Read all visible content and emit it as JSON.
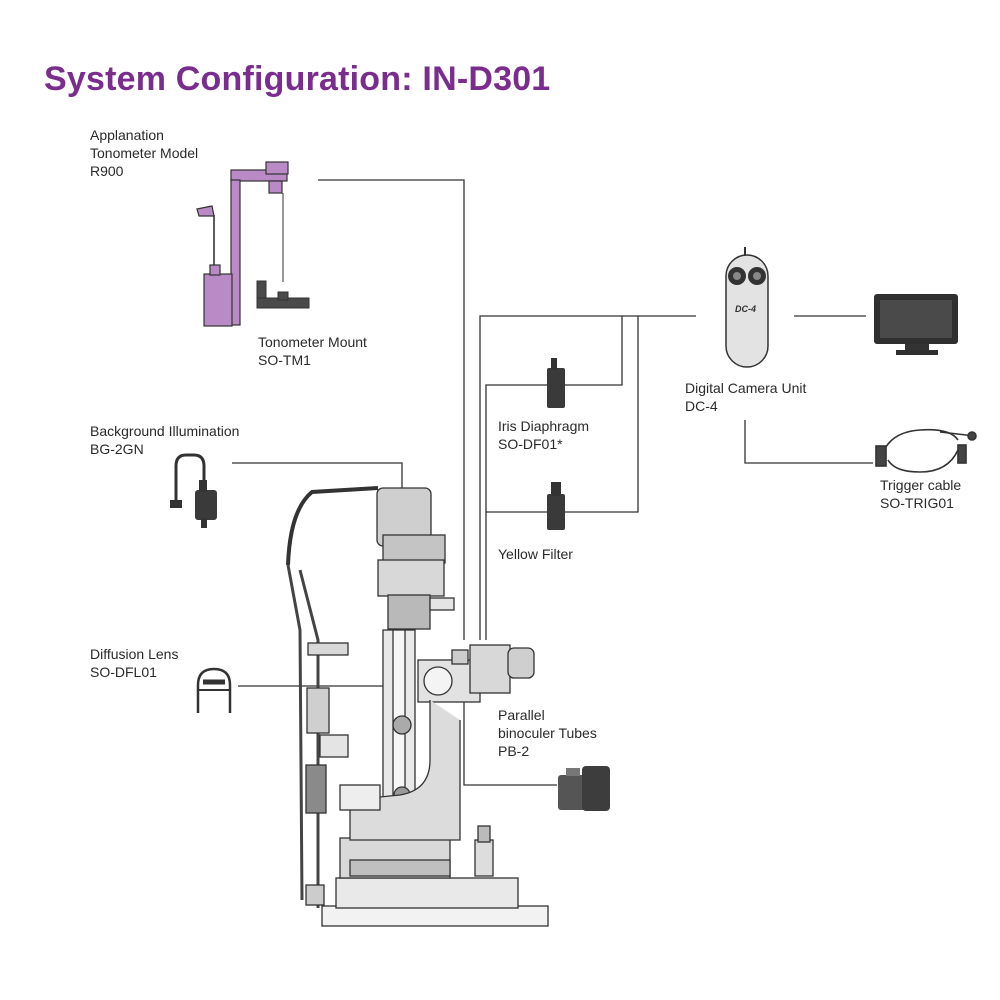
{
  "title": "System Configuration: IN-D301",
  "colors": {
    "accent": "#7b2d8e",
    "component_highlight": "#b98ac6",
    "line": "#333333"
  },
  "components": [
    {
      "id": "tonometer",
      "lines": [
        "Applanation",
        "Tonometer Model",
        "R900"
      ]
    },
    {
      "id": "tonometer-mount",
      "lines": [
        "Tonometer Mount",
        "SO-TM1"
      ]
    },
    {
      "id": "background-illumination",
      "lines": [
        "Background Illumination",
        "BG-2GN"
      ]
    },
    {
      "id": "diffusion-lens",
      "lines": [
        "Diffusion Lens",
        "SO-DFL01"
      ]
    },
    {
      "id": "iris-diaphragm",
      "lines": [
        "Iris Diaphragm",
        "SO-DF01*"
      ]
    },
    {
      "id": "yellow-filter",
      "lines": [
        "Yellow Filter"
      ]
    },
    {
      "id": "parallel-binocular-tubes",
      "lines": [
        "Parallel",
        "binoculer Tubes",
        "PB-2"
      ]
    },
    {
      "id": "digital-camera-unit",
      "lines": [
        "Digital Camera Unit",
        "DC-4"
      ]
    },
    {
      "id": "trigger-cable",
      "lines": [
        "Trigger cable",
        "SO-TRIG01"
      ]
    }
  ],
  "camera_badge": "DC-4"
}
